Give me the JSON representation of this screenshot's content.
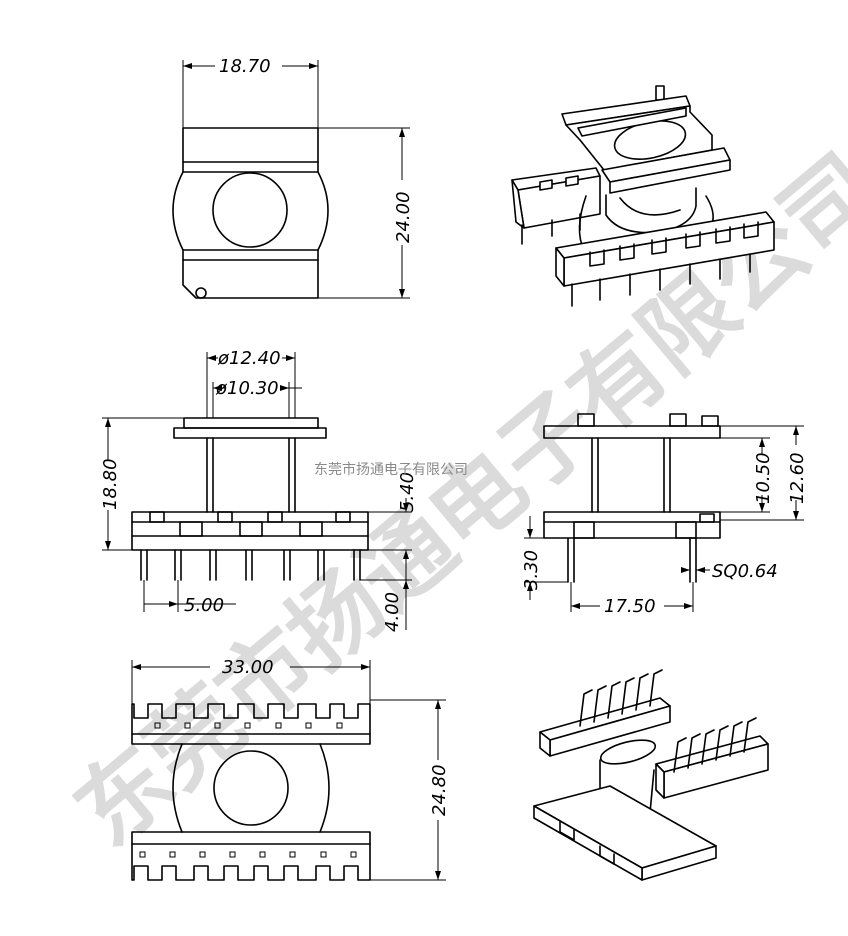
{
  "colors": {
    "line": "#000000",
    "watermark": "#cfcfcf",
    "background": "#ffffff"
  },
  "dimensions": {
    "top_width": "18.70",
    "top_height": "24.00",
    "outer_dia": "ø12.40",
    "inner_dia": "ø10.30",
    "front_height": "18.80",
    "flange_gap": "5.40",
    "pin_pitch": "5.00",
    "pin_length": "4.00",
    "side_inner": "10.50",
    "side_total": "12.60",
    "side_pin": "3.30",
    "pin_square": "SQ0.64",
    "side_width": "17.50",
    "bottom_width": "33.00",
    "bottom_height": "24.80"
  },
  "watermark": {
    "large": "东莞市扬通电子有限公司",
    "small": "东莞市扬通电子有限公司"
  }
}
